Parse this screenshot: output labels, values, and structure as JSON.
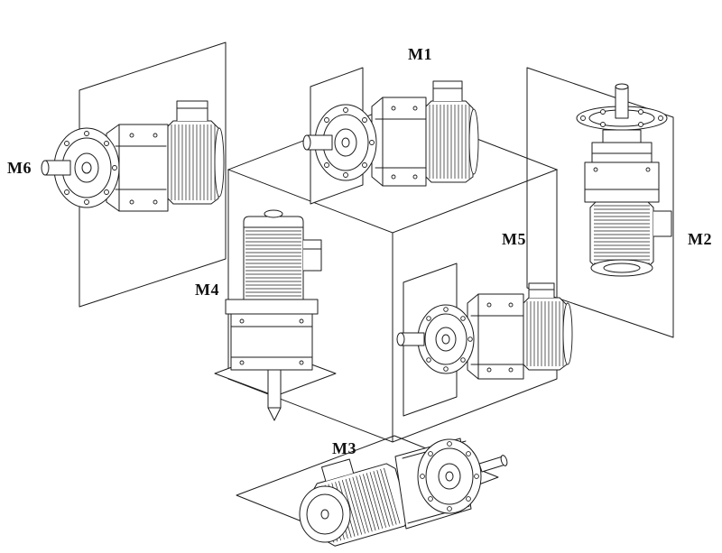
{
  "colors": {
    "background": "#ffffff",
    "line_art": "#1b1b1b"
  },
  "labels": {
    "m1": "M1",
    "m2": "M2",
    "m3": "M3",
    "m4": "M4",
    "m5": "M5",
    "m6": "M6"
  }
}
